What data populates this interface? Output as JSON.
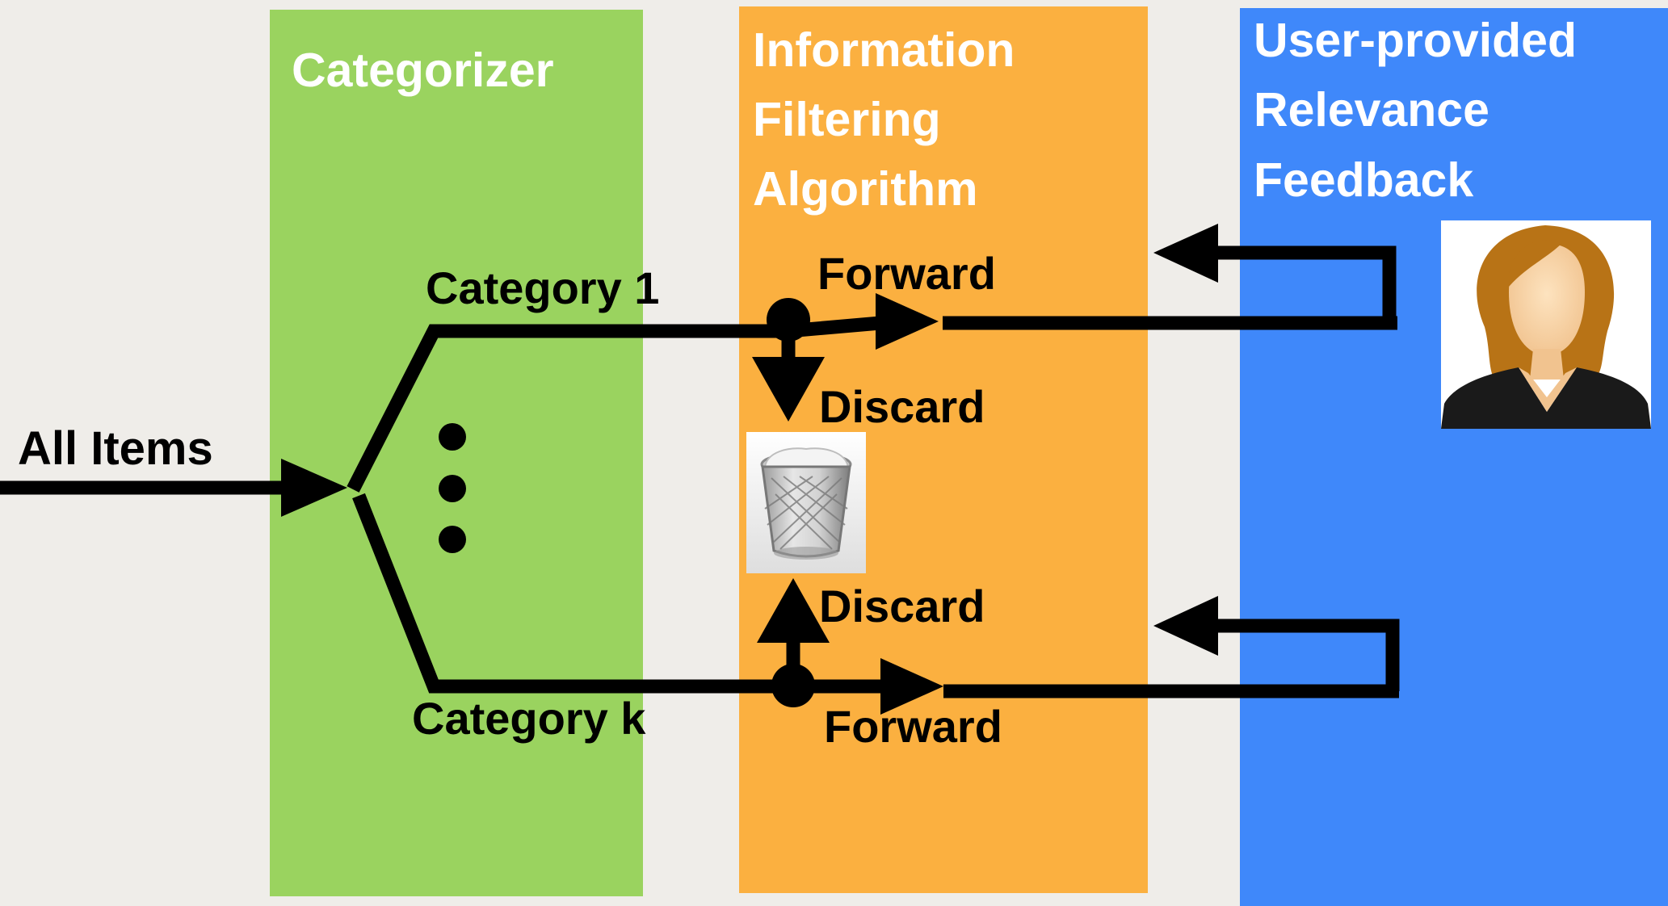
{
  "panels": {
    "categorizer": {
      "title": "Categorizer",
      "color": "#9ad35f"
    },
    "filtering": {
      "title_lines": [
        "Information",
        "Filtering",
        "Algorithm"
      ],
      "color": "#fbb040"
    },
    "feedback": {
      "title_lines": [
        "User-provided",
        "Relevance",
        "Feedback"
      ],
      "color": "#3f88fa"
    }
  },
  "labels": {
    "all_items": "All Items",
    "category_1": "Category 1",
    "category_k": "Category k",
    "forward_top": "Forward",
    "forward_bottom": "Forward",
    "discard_top": "Discard",
    "discard_bottom": "Discard"
  },
  "icons": {
    "trash": "trash-can-icon",
    "user": "user-avatar-icon"
  },
  "colors": {
    "background": "#efede9",
    "lines": "#000000",
    "title_text": "#ffffff"
  }
}
